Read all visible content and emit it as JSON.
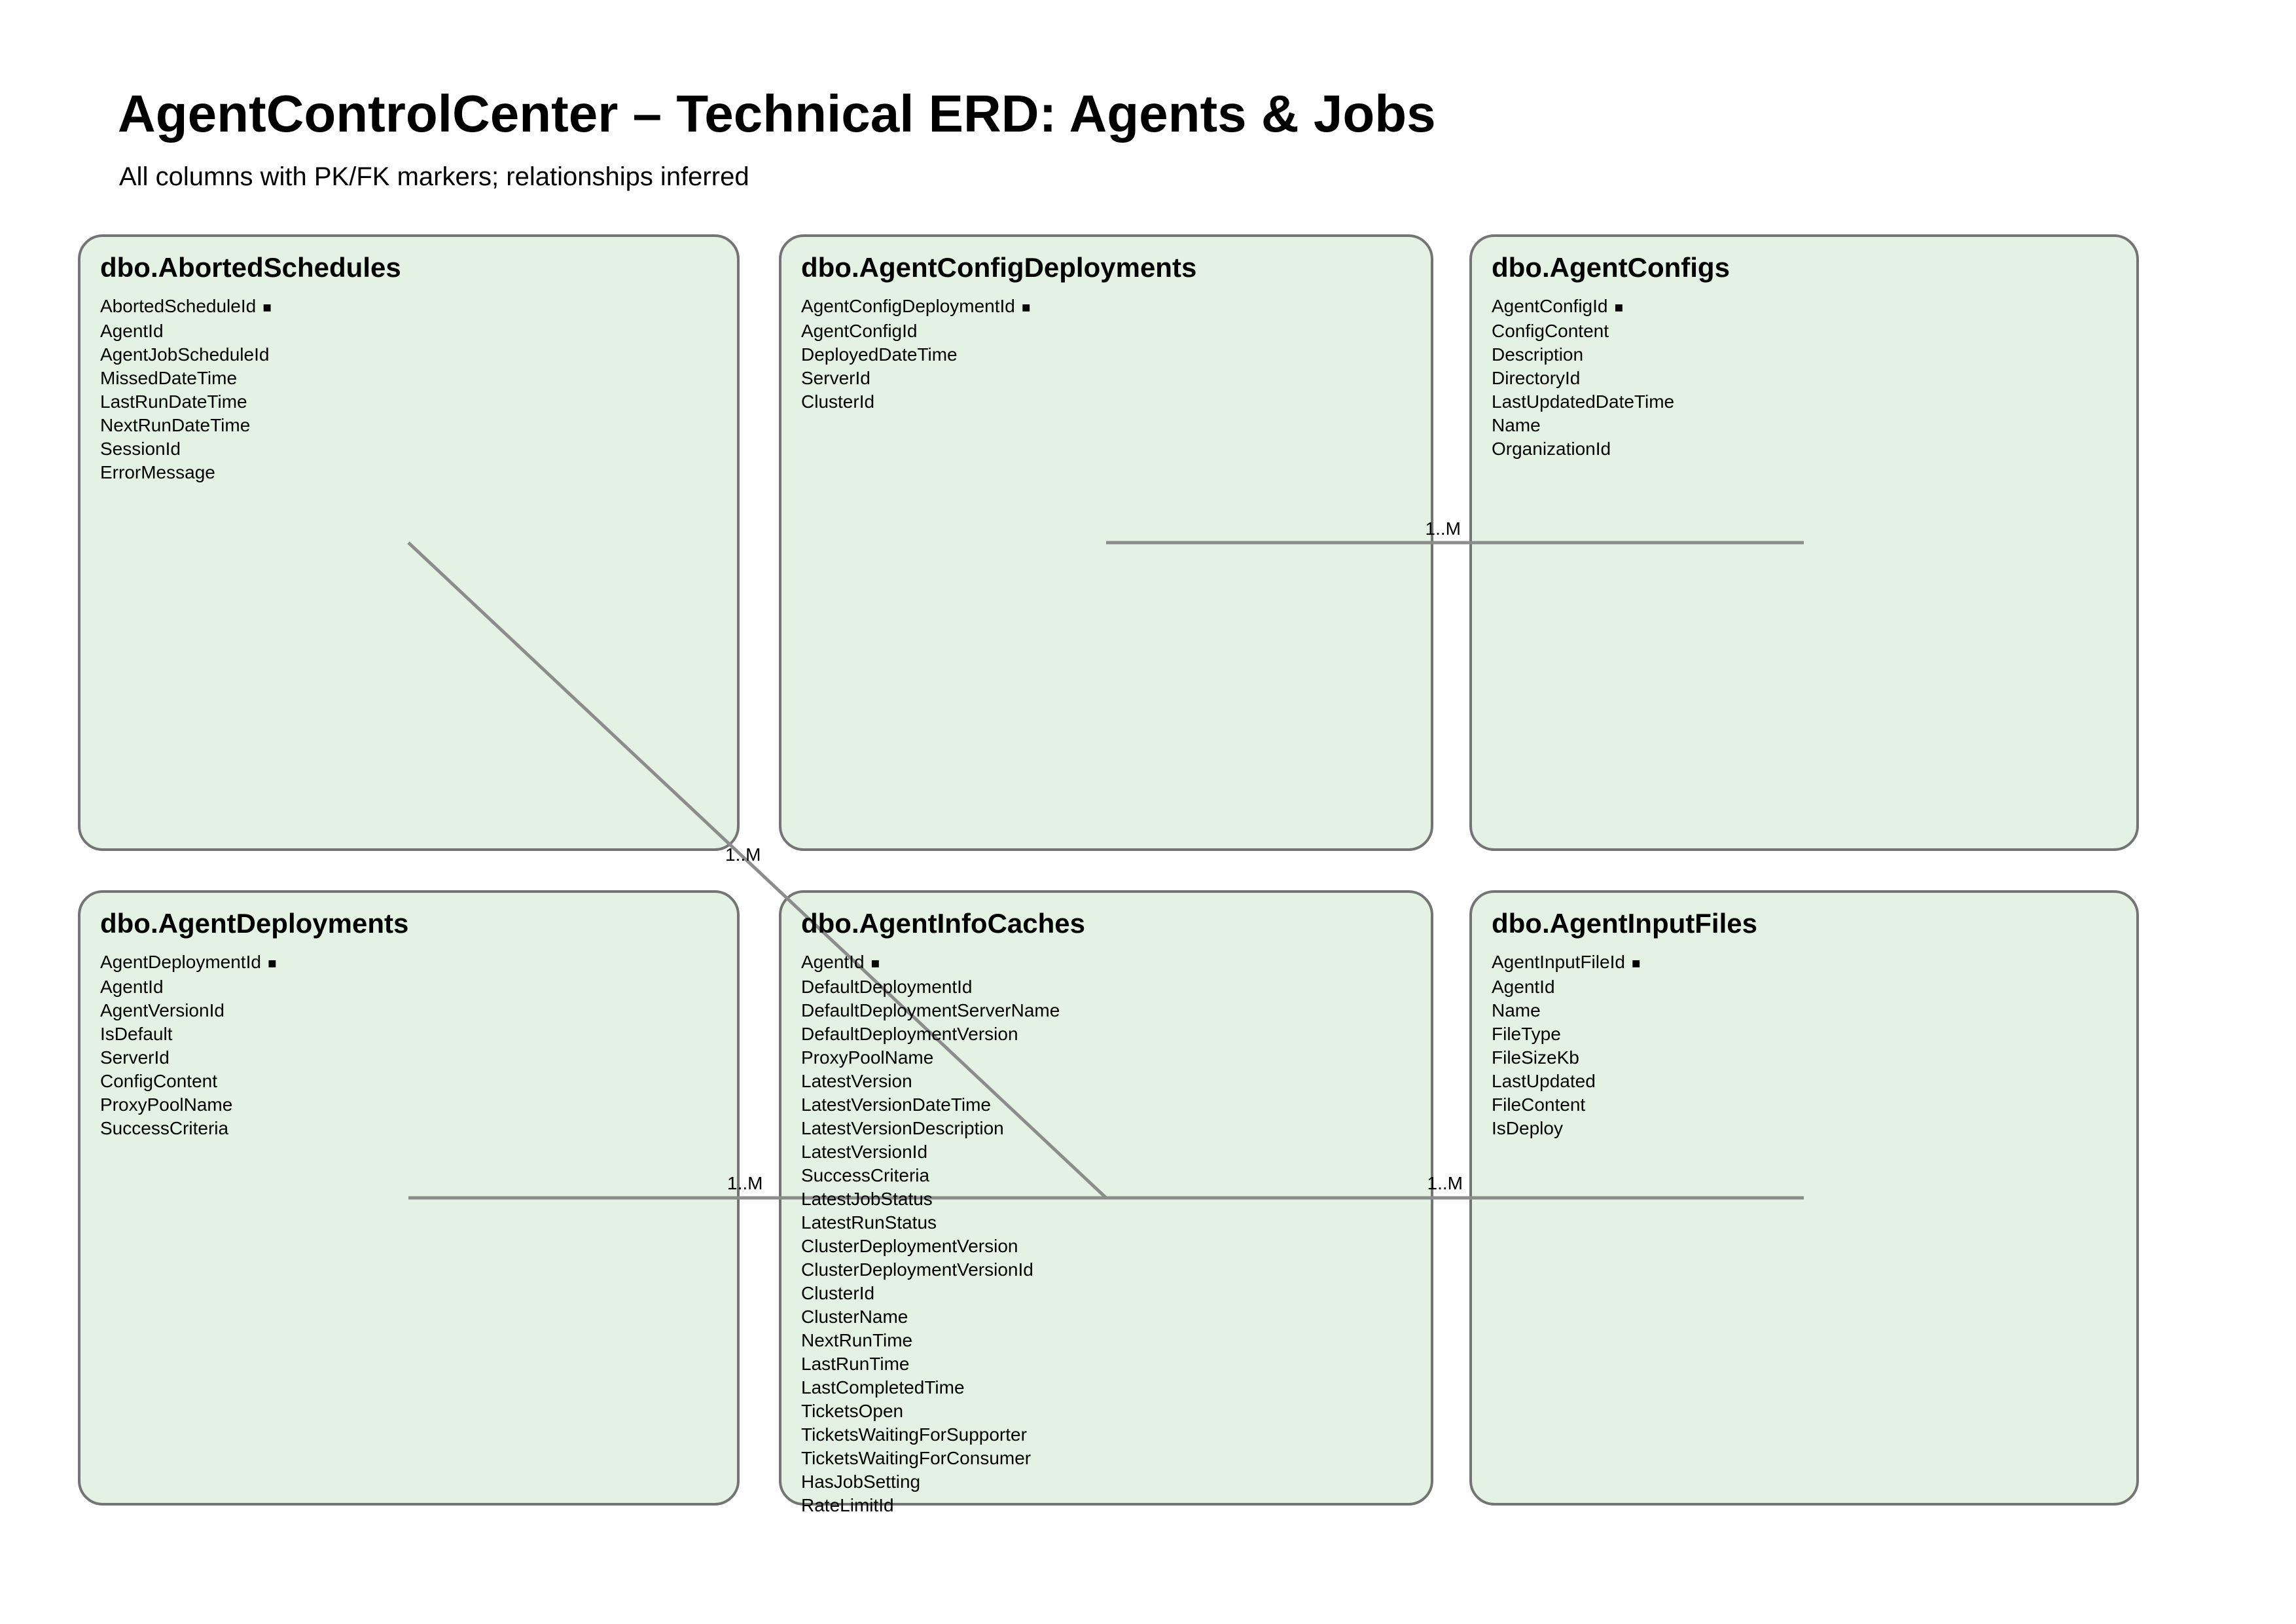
{
  "page": {
    "title": "AgentControlCenter – Technical ERD: Agents & Jobs",
    "subtitle": "All columns with PK/FK markers; relationships inferred"
  },
  "icons": {
    "pk_marker": "■"
  },
  "colors": {
    "entity_fill": "#e4f2e4",
    "entity_border": "#747474",
    "relationship_line": "#8c8c8c",
    "text": "#000000",
    "page_background": "#ffffff"
  },
  "entities": [
    {
      "name": "dbo.AbortedSchedules",
      "columns": [
        {
          "name": "AbortedScheduleId",
          "pk": true
        },
        {
          "name": "AgentId",
          "pk": false
        },
        {
          "name": "AgentJobScheduleId",
          "pk": false
        },
        {
          "name": "MissedDateTime",
          "pk": false
        },
        {
          "name": "LastRunDateTime",
          "pk": false
        },
        {
          "name": "NextRunDateTime",
          "pk": false
        },
        {
          "name": "SessionId",
          "pk": false
        },
        {
          "name": "ErrorMessage",
          "pk": false
        }
      ]
    },
    {
      "name": "dbo.AgentConfigDeployments",
      "columns": [
        {
          "name": "AgentConfigDeploymentId",
          "pk": true
        },
        {
          "name": "AgentConfigId",
          "pk": false
        },
        {
          "name": "DeployedDateTime",
          "pk": false
        },
        {
          "name": "ServerId",
          "pk": false
        },
        {
          "name": "ClusterId",
          "pk": false
        }
      ]
    },
    {
      "name": "dbo.AgentConfigs",
      "columns": [
        {
          "name": "AgentConfigId",
          "pk": true
        },
        {
          "name": "ConfigContent",
          "pk": false
        },
        {
          "name": "Description",
          "pk": false
        },
        {
          "name": "DirectoryId",
          "pk": false
        },
        {
          "name": "LastUpdatedDateTime",
          "pk": false
        },
        {
          "name": "Name",
          "pk": false
        },
        {
          "name": "OrganizationId",
          "pk": false
        }
      ]
    },
    {
      "name": "dbo.AgentDeployments",
      "columns": [
        {
          "name": "AgentDeploymentId",
          "pk": true
        },
        {
          "name": "AgentId",
          "pk": false
        },
        {
          "name": "AgentVersionId",
          "pk": false
        },
        {
          "name": "IsDefault",
          "pk": false
        },
        {
          "name": "ServerId",
          "pk": false
        },
        {
          "name": "ConfigContent",
          "pk": false
        },
        {
          "name": "ProxyPoolName",
          "pk": false
        },
        {
          "name": "SuccessCriteria",
          "pk": false
        }
      ]
    },
    {
      "name": "dbo.AgentInfoCaches",
      "columns": [
        {
          "name": "AgentId",
          "pk": true
        },
        {
          "name": "DefaultDeploymentId",
          "pk": false
        },
        {
          "name": "DefaultDeploymentServerName",
          "pk": false
        },
        {
          "name": "DefaultDeploymentVersion",
          "pk": false
        },
        {
          "name": "ProxyPoolName",
          "pk": false
        },
        {
          "name": "LatestVersion",
          "pk": false
        },
        {
          "name": "LatestVersionDateTime",
          "pk": false
        },
        {
          "name": "LatestVersionDescription",
          "pk": false
        },
        {
          "name": "LatestVersionId",
          "pk": false
        },
        {
          "name": "SuccessCriteria",
          "pk": false
        },
        {
          "name": "LatestJobStatus",
          "pk": false
        },
        {
          "name": "LatestRunStatus",
          "pk": false
        },
        {
          "name": "ClusterDeploymentVersion",
          "pk": false
        },
        {
          "name": "ClusterDeploymentVersionId",
          "pk": false
        },
        {
          "name": "ClusterId",
          "pk": false
        },
        {
          "name": "ClusterName",
          "pk": false
        },
        {
          "name": "NextRunTime",
          "pk": false
        },
        {
          "name": "LastRunTime",
          "pk": false
        },
        {
          "name": "LastCompletedTime",
          "pk": false
        },
        {
          "name": "TicketsOpen",
          "pk": false
        },
        {
          "name": "TicketsWaitingForSupporter",
          "pk": false
        },
        {
          "name": "TicketsWaitingForConsumer",
          "pk": false
        },
        {
          "name": "HasJobSetting",
          "pk": false
        },
        {
          "name": "RateLimitId",
          "pk": false
        }
      ]
    },
    {
      "name": "dbo.AgentInputFiles",
      "columns": [
        {
          "name": "AgentInputFileId",
          "pk": true
        },
        {
          "name": "AgentId",
          "pk": false
        },
        {
          "name": "Name",
          "pk": false
        },
        {
          "name": "FileType",
          "pk": false
        },
        {
          "name": "FileSizeKb",
          "pk": false
        },
        {
          "name": "LastUpdated",
          "pk": false
        },
        {
          "name": "FileContent",
          "pk": false
        },
        {
          "name": "IsDeploy",
          "pk": false
        }
      ]
    }
  ],
  "relationships": [
    {
      "from": "dbo.AgentConfigDeployments",
      "to": "dbo.AgentConfigs",
      "cardinality": "1..M"
    },
    {
      "from": "dbo.AbortedSchedules",
      "to": "dbo.AgentInfoCaches",
      "cardinality": "1..M"
    },
    {
      "from": "dbo.AgentDeployments",
      "to": "dbo.AgentInfoCaches",
      "cardinality": "1..M"
    },
    {
      "from": "dbo.AgentInfoCaches",
      "to": "dbo.AgentInputFiles",
      "cardinality": "1..M"
    }
  ]
}
